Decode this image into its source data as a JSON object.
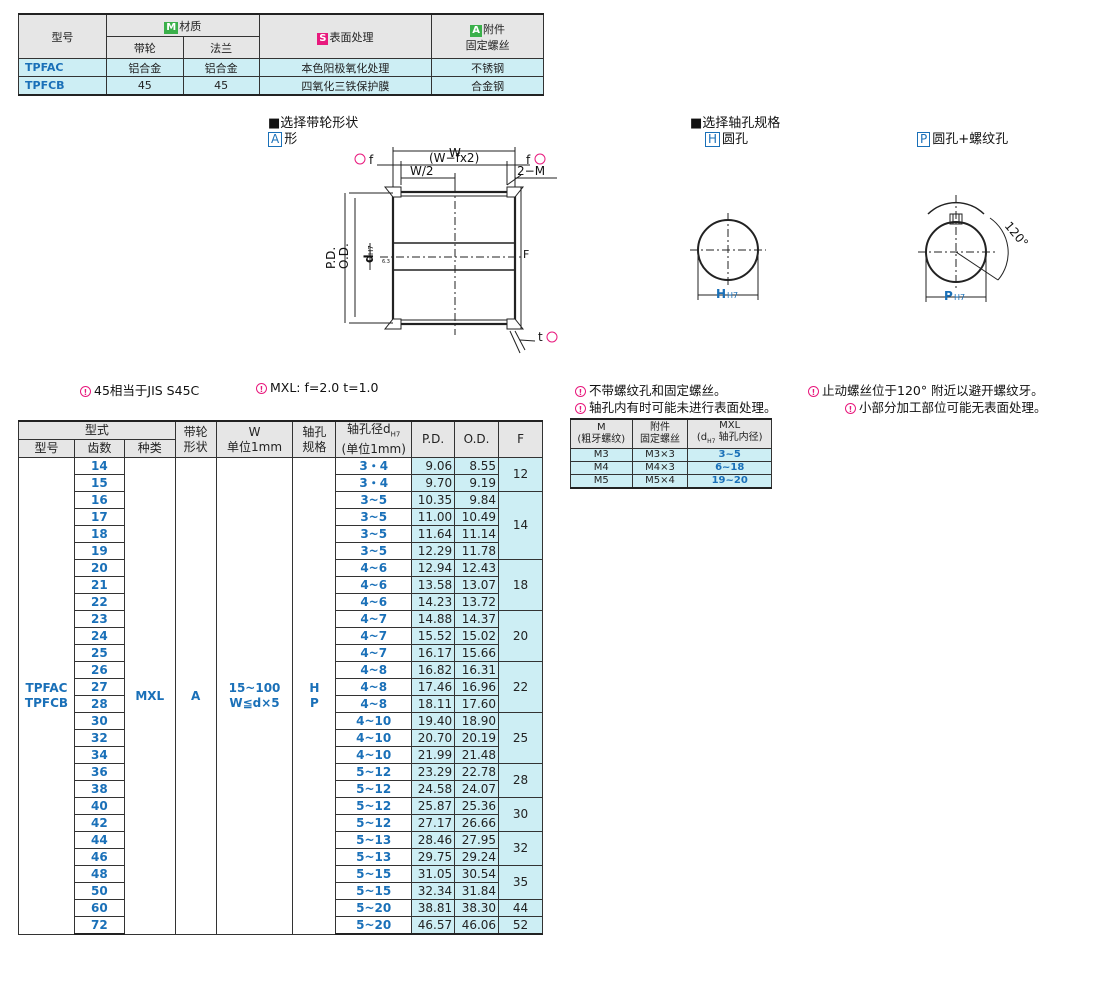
{
  "material_table": {
    "col_model": "型号",
    "material_tag": "M",
    "material_label": "材质",
    "sub_pulley": "带轮",
    "sub_flange": "法兰",
    "surface_tag": "S",
    "surface_label": "表面处理",
    "acc_tag": "A",
    "acc_label": "附件",
    "acc_sub": "固定螺丝",
    "rows": [
      {
        "model": "TPFAC",
        "pulley": "铝合金",
        "flange": "铝合金",
        "surface": "本色阳极氧化处理",
        "screw": "不锈钢"
      },
      {
        "model": "TPFCB",
        "pulley": "45",
        "flange": "45",
        "surface": "四氧化三铁保护膜",
        "screw": "合金钢"
      }
    ]
  },
  "shape_section": {
    "title": "■选择带轮形状",
    "type_tag": "A",
    "type_label": "形"
  },
  "bore_section": {
    "title": "■选择轴孔规格",
    "h_tag": "H",
    "h_label": "圆孔",
    "p_tag": "P",
    "p_label": "圆孔+螺纹孔"
  },
  "drawing_labels": {
    "W": "W",
    "Wfx2": "(W−fx2)",
    "W2": "W/2",
    "f_left": "f",
    "f_right": "f",
    "M2": "2−M",
    "PD": "P.D.",
    "OD": "O.D.",
    "d": "d",
    "dsub": "H7",
    "F": "F",
    "t": "t",
    "H": "H",
    "Hsub": "H7",
    "P": "P",
    "Psub": "H7",
    "angle": "120°",
    "rough": "6.3"
  },
  "notes": {
    "left1": "45相当于JIS  S45C",
    "left2": "MXL: f=2.0  t=1.0",
    "right1": "不带螺纹孔和固定螺丝。",
    "right2": "止动螺丝位于120° 附近以避开螺纹牙。",
    "right3": "轴孔内有时可能未进行表面处理。",
    "right4": "小部分加工部位可能无表面处理。"
  },
  "main_table": {
    "h_type": "型式",
    "h_model": "型号",
    "h_teeth": "齿数",
    "h_kind": "种类",
    "h_shape1": "带轮",
    "h_shape2": "形状",
    "h_w1": "W",
    "h_w2": "单位1mm",
    "h_bore1": "轴孔",
    "h_bore2": "规格",
    "h_d1": "轴孔径d",
    "h_d1sub": "H7",
    "h_d2": "(单位1mm)",
    "h_pd": "P.D.",
    "h_od": "O.D.",
    "h_f": "F",
    "model1": "TPFAC",
    "model2": "TPFCB",
    "kind": "MXL",
    "shape": "A",
    "w_val1": "15~100",
    "w_val2": "W≦d×5",
    "bore1": "H",
    "bore2": "P",
    "rows": [
      {
        "teeth": "14",
        "d": "3・4",
        "pd": "9.06",
        "od": "8.55"
      },
      {
        "teeth": "15",
        "d": "3・4",
        "pd": "9.70",
        "od": "9.19"
      },
      {
        "teeth": "16",
        "d": "3~5",
        "pd": "10.35",
        "od": "9.84"
      },
      {
        "teeth": "17",
        "d": "3~5",
        "pd": "11.00",
        "od": "10.49"
      },
      {
        "teeth": "18",
        "d": "3~5",
        "pd": "11.64",
        "od": "11.14"
      },
      {
        "teeth": "19",
        "d": "3~5",
        "pd": "12.29",
        "od": "11.78"
      },
      {
        "teeth": "20",
        "d": "4~6",
        "pd": "12.94",
        "od": "12.43"
      },
      {
        "teeth": "21",
        "d": "4~6",
        "pd": "13.58",
        "od": "13.07"
      },
      {
        "teeth": "22",
        "d": "4~6",
        "pd": "14.23",
        "od": "13.72"
      },
      {
        "teeth": "23",
        "d": "4~7",
        "pd": "14.88",
        "od": "14.37"
      },
      {
        "teeth": "24",
        "d": "4~7",
        "pd": "15.52",
        "od": "15.02"
      },
      {
        "teeth": "25",
        "d": "4~7",
        "pd": "16.17",
        "od": "15.66"
      },
      {
        "teeth": "26",
        "d": "4~8",
        "pd": "16.82",
        "od": "16.31"
      },
      {
        "teeth": "27",
        "d": "4~8",
        "pd": "17.46",
        "od": "16.96"
      },
      {
        "teeth": "28",
        "d": "4~8",
        "pd": "18.11",
        "od": "17.60"
      },
      {
        "teeth": "30",
        "d": "4~10",
        "pd": "19.40",
        "od": "18.90"
      },
      {
        "teeth": "32",
        "d": "4~10",
        "pd": "20.70",
        "od": "20.19"
      },
      {
        "teeth": "34",
        "d": "4~10",
        "pd": "21.99",
        "od": "21.48"
      },
      {
        "teeth": "36",
        "d": "5~12",
        "pd": "23.29",
        "od": "22.78"
      },
      {
        "teeth": "38",
        "d": "5~12",
        "pd": "24.58",
        "od": "24.07"
      },
      {
        "teeth": "40",
        "d": "5~12",
        "pd": "25.87",
        "od": "25.36"
      },
      {
        "teeth": "42",
        "d": "5~12",
        "pd": "27.17",
        "od": "26.66"
      },
      {
        "teeth": "44",
        "d": "5~13",
        "pd": "28.46",
        "od": "27.95"
      },
      {
        "teeth": "46",
        "d": "5~13",
        "pd": "29.75",
        "od": "29.24"
      },
      {
        "teeth": "48",
        "d": "5~15",
        "pd": "31.05",
        "od": "30.54"
      },
      {
        "teeth": "50",
        "d": "5~15",
        "pd": "32.34",
        "od": "31.84"
      },
      {
        "teeth": "60",
        "d": "5~20",
        "pd": "38.81",
        "od": "38.30"
      },
      {
        "teeth": "72",
        "d": "5~20",
        "pd": "46.57",
        "od": "46.06"
      }
    ],
    "f_groups": [
      {
        "f": "12",
        "span": 2
      },
      {
        "f": "14",
        "span": 4
      },
      {
        "f": "18",
        "span": 3
      },
      {
        "f": "20",
        "span": 3
      },
      {
        "f": "22",
        "span": 3
      },
      {
        "f": "25",
        "span": 3
      },
      {
        "f": "28",
        "span": 2
      },
      {
        "f": "30",
        "span": 2
      },
      {
        "f": "32",
        "span": 2
      },
      {
        "f": "35",
        "span": 2
      },
      {
        "f": "44",
        "span": 1
      },
      {
        "f": "52",
        "span": 1
      }
    ]
  },
  "screw_table": {
    "h_m1": "M",
    "h_m2": "(粗牙螺纹)",
    "h_acc1": "附件",
    "h_acc2": "固定螺丝",
    "h_mxl1": "MXL",
    "h_mxl2a": "(d",
    "h_mxl2sub": "H7",
    "h_mxl2b": " 轴孔内径)",
    "rows": [
      {
        "m": "M3",
        "screw": "M3×3",
        "range": "3~5"
      },
      {
        "m": "M4",
        "screw": "M4×3",
        "range": "6~18"
      },
      {
        "m": "M5",
        "screw": "M5×4",
        "range": "19~20"
      }
    ]
  }
}
